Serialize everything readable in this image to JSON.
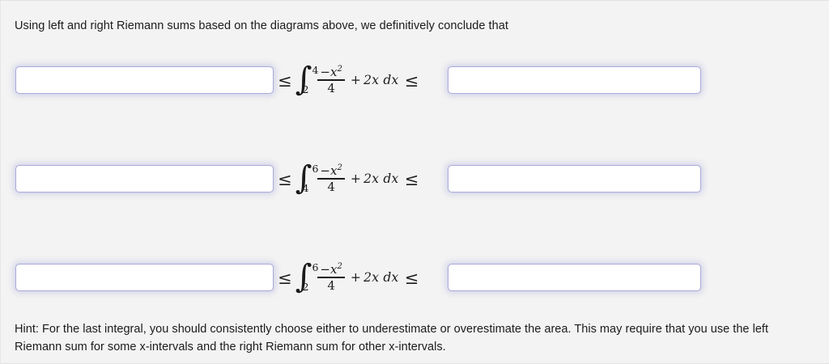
{
  "page": {
    "background_color": "#f3f3f3",
    "text_color": "#1b1b1b",
    "input_border_color": "#a9a9da",
    "input_glow_color": "rgba(150,150,215,0.30)"
  },
  "prompt": "Using left and right Riemann sums based on the diagrams above, we definitively conclude that",
  "rows": [
    {
      "id": "row-1",
      "lower_bound_value": "",
      "upper_bound_value": "",
      "lower_bound_placeholder": "",
      "upper_bound_placeholder": "",
      "left_relation": "≤",
      "right_relation": "≤",
      "integral": {
        "lower_limit": "2",
        "upper_limit": "4",
        "numerator": "−x",
        "numerator_exponent": "2",
        "denominator": "4",
        "tail_plus": "+",
        "tail_term": "2x",
        "differential": "dx"
      }
    },
    {
      "id": "row-2",
      "lower_bound_value": "",
      "upper_bound_value": "",
      "lower_bound_placeholder": "",
      "upper_bound_placeholder": "",
      "left_relation": "≤",
      "right_relation": "≤",
      "integral": {
        "lower_limit": "4",
        "upper_limit": "6",
        "numerator": "−x",
        "numerator_exponent": "2",
        "denominator": "4",
        "tail_plus": "+",
        "tail_term": "2x",
        "differential": "dx"
      }
    },
    {
      "id": "row-3",
      "lower_bound_value": "",
      "upper_bound_value": "",
      "lower_bound_placeholder": "",
      "upper_bound_placeholder": "",
      "left_relation": "≤",
      "right_relation": "≤",
      "integral": {
        "lower_limit": "2",
        "upper_limit": "6",
        "numerator": "−x",
        "numerator_exponent": "2",
        "denominator": "4",
        "tail_plus": "+",
        "tail_term": "2x",
        "differential": "dx"
      }
    }
  ],
  "hint": "Hint: For the last integral, you should consistently choose either to underestimate or overestimate the area. This may require that you use the left Riemann sum for some x-intervals and the right Riemann sum for other x-intervals."
}
